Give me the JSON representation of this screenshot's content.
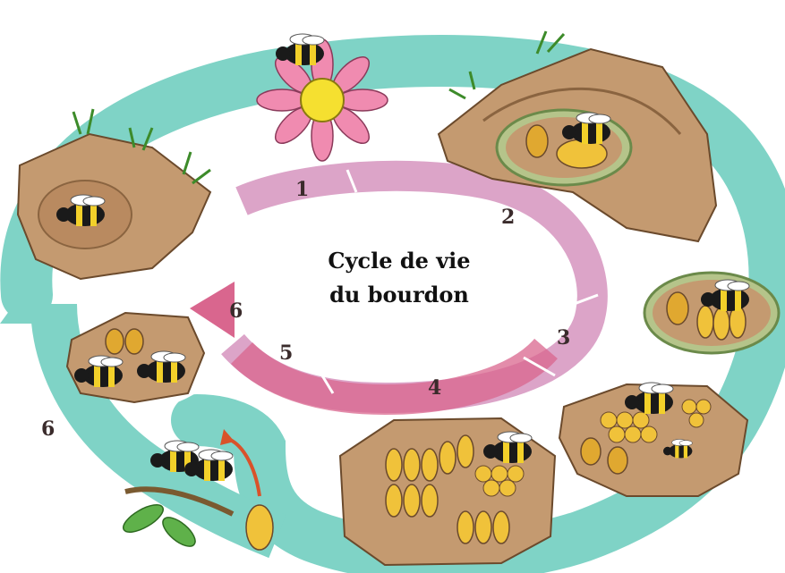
{
  "title": {
    "line1": "Cycle de vie",
    "line2": "du bourdon"
  },
  "stages": [
    {
      "label": "1"
    },
    {
      "label": "2"
    },
    {
      "label": "3"
    },
    {
      "label": "4"
    },
    {
      "label": "5"
    },
    {
      "label": "6"
    }
  ],
  "outer_label": "6",
  "colors": {
    "outer_arrow": "#7fd3c6",
    "inner_ring_light": "#dca4c8",
    "inner_ring_dark": "#d9668e",
    "soil": "#c49a70",
    "soil_edge": "#6b4a2c",
    "bee_yellow": "#f2d02a",
    "bee_black": "#1a1a1a",
    "cell_yellow": "#f0c23a",
    "flower_petal": "#f08bb0",
    "flower_center": "#f5e030",
    "leaf": "#5fb14a",
    "red_arrow": "#d9522a"
  }
}
